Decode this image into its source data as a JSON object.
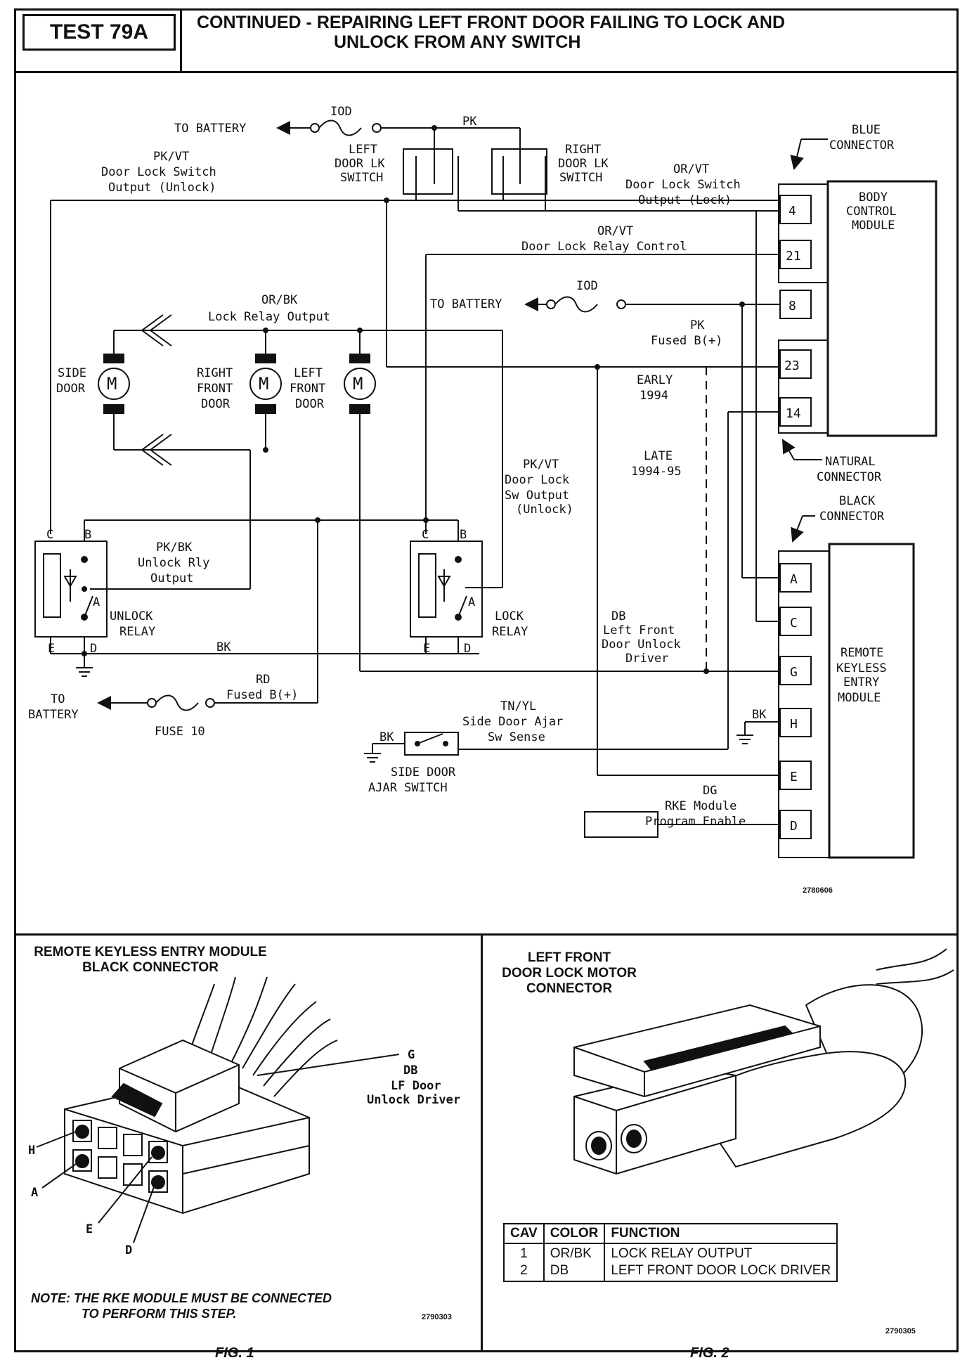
{
  "header": {
    "test_id": "TEST 79A",
    "title_line1": "CONTINUED -  REPAIRING LEFT FRONT DOOR FAILING TO LOCK AND",
    "title_line2": "UNLOCK FROM ANY SWITCH"
  },
  "schematic": {
    "to_battery_top": "TO BATTERY",
    "iod": "IOD",
    "pk": "PK",
    "left_switch": [
      "LEFT",
      "DOOR LK",
      "SWITCH"
    ],
    "right_switch": [
      "RIGHT",
      "DOOR LK",
      "SWITCH"
    ],
    "pkvt_unlock": [
      "PK/VT",
      "Door Lock Switch",
      "Output (Unlock)"
    ],
    "orvt_lock": [
      "OR/VT",
      "Door Lock Switch",
      "Output (Lock)"
    ],
    "orvt_relay": [
      "OR/VT",
      "Door Lock Relay Control"
    ],
    "to_battery_mid": "TO BATTERY",
    "iod_mid": "IOD",
    "pk_fused": [
      "PK",
      "Fused B(+)"
    ],
    "orbk": [
      "OR/BK",
      "Lock Relay Output"
    ],
    "side_door": [
      "SIDE",
      "DOOR"
    ],
    "right_front_door": [
      "RIGHT",
      "FRONT",
      "DOOR"
    ],
    "left_front_door": [
      "LEFT",
      "FRONT",
      "DOOR"
    ],
    "motor_symbol": "M",
    "early": [
      "EARLY",
      "1994"
    ],
    "late": [
      "LATE",
      "1994-95"
    ],
    "pkvt_sw_unlock": [
      "PK/VT",
      "Door Lock",
      "Sw Output",
      "(Unlock)"
    ],
    "pkbk": [
      "PK/BK",
      "Unlock Rly",
      "Output"
    ],
    "unlock_relay": [
      "UNLOCK",
      "RELAY"
    ],
    "lock_relay": [
      "LOCK",
      "RELAY"
    ],
    "relay_pins": {
      "c": "C",
      "b": "B",
      "a": "A",
      "e": "E",
      "d": "D"
    },
    "bk": "BK",
    "rd_fused": [
      "RD",
      "Fused B(+)"
    ],
    "to_battery_low": [
      "TO",
      "BATTERY"
    ],
    "fuse10": "FUSE 10",
    "db_driver": [
      "DB",
      "Left Front",
      "Door Unlock",
      "Driver"
    ],
    "tnyl": [
      "TN/YL",
      "Side Door Ajar",
      "Sw Sense"
    ],
    "side_ajar": [
      "SIDE DOOR",
      "AJAR SWITCH"
    ],
    "bk_switch": "BK",
    "bk_h": "BK",
    "dg": [
      "DG",
      "RKE Module",
      "Program Enable"
    ],
    "blue_connector": [
      "BLUE",
      "CONNECTOR"
    ],
    "bcm": [
      "BODY",
      "CONTROL",
      "MODULE"
    ],
    "bcm_pins": [
      "4",
      "21",
      "8",
      "23",
      "14"
    ],
    "natural_connector": [
      "NATURAL",
      "CONNECTOR"
    ],
    "black_connector": [
      "BLACK",
      "CONNECTOR"
    ],
    "rke": [
      "REMOTE",
      "KEYLESS",
      "ENTRY",
      "MODULE"
    ],
    "rke_pins": [
      "A",
      "C",
      "G",
      "H",
      "E",
      "D"
    ],
    "ref": "2780606"
  },
  "fig1": {
    "title": [
      "REMOTE KEYLESS ENTRY MODULE",
      "BLACK CONNECTOR"
    ],
    "callout": [
      "G",
      "DB",
      "LF Door",
      "Unlock Driver"
    ],
    "pins": {
      "h": "H",
      "a": "A",
      "e": "E",
      "d": "D"
    },
    "note_line1": "NOTE:  THE RKE MODULE MUST BE CONNECTED",
    "note_line2": "TO PERFORM THIS STEP.",
    "ref": "2790303",
    "label": "FIG. 1"
  },
  "fig2": {
    "title": [
      "LEFT FRONT",
      "DOOR LOCK MOTOR",
      "CONNECTOR"
    ],
    "table": {
      "headers": [
        "CAV",
        "COLOR",
        "FUNCTION"
      ],
      "rows": [
        [
          "1",
          "OR/BK",
          "LOCK RELAY OUTPUT"
        ],
        [
          "2",
          "DB",
          "LEFT FRONT DOOR LOCK DRIVER"
        ]
      ]
    },
    "ref": "2790305",
    "label": "FIG. 2"
  }
}
